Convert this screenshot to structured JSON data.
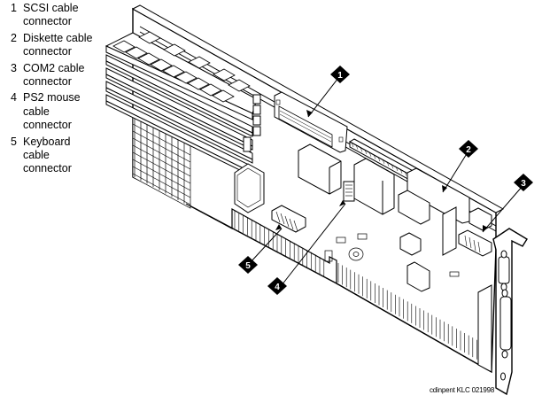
{
  "legend": [
    {
      "number": "1",
      "label": "SCSI cable connector"
    },
    {
      "number": "2",
      "label": "Diskette cable connector"
    },
    {
      "number": "3",
      "label": "COM2 cable connector"
    },
    {
      "number": "4",
      "label": "PS2 mouse cable connector"
    },
    {
      "number": "5",
      "label": "Keyboard cable connector"
    }
  ],
  "callouts": [
    "1",
    "2",
    "3",
    "4",
    "5"
  ],
  "credit": "cdinpent KLC 021998"
}
